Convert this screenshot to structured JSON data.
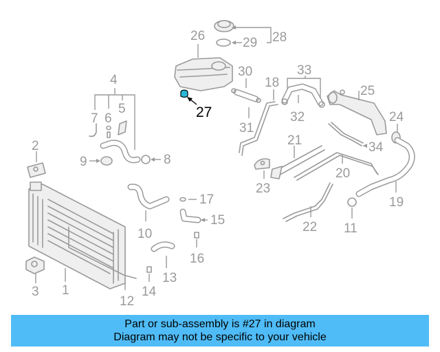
{
  "callouts": {
    "c1": "1",
    "c2": "2",
    "c3": "3",
    "c4": "4",
    "c5": "5",
    "c6": "6",
    "c7": "7",
    "c8": "8",
    "c9": "9",
    "c10": "10",
    "c11": "11",
    "c12": "12",
    "c13": "13",
    "c14": "14",
    "c15": "15",
    "c16": "16",
    "c17": "17",
    "c18": "18",
    "c19": "19",
    "c20": "20",
    "c21": "21",
    "c22": "22",
    "c23": "23",
    "c24": "24",
    "c25": "25",
    "c26": "26",
    "c27": "27",
    "c28": "28",
    "c29": "29",
    "c30": "30",
    "c31": "31",
    "c32": "32",
    "c33": "33",
    "c34": "34"
  },
  "highlight": {
    "part": "27",
    "color": "#2ab8d8"
  },
  "banner": {
    "line1": "Part or sub-assembly is #27 in diagram",
    "line2": "Diagram may not be specific to your vehicle",
    "color": "#4fbcf7"
  }
}
